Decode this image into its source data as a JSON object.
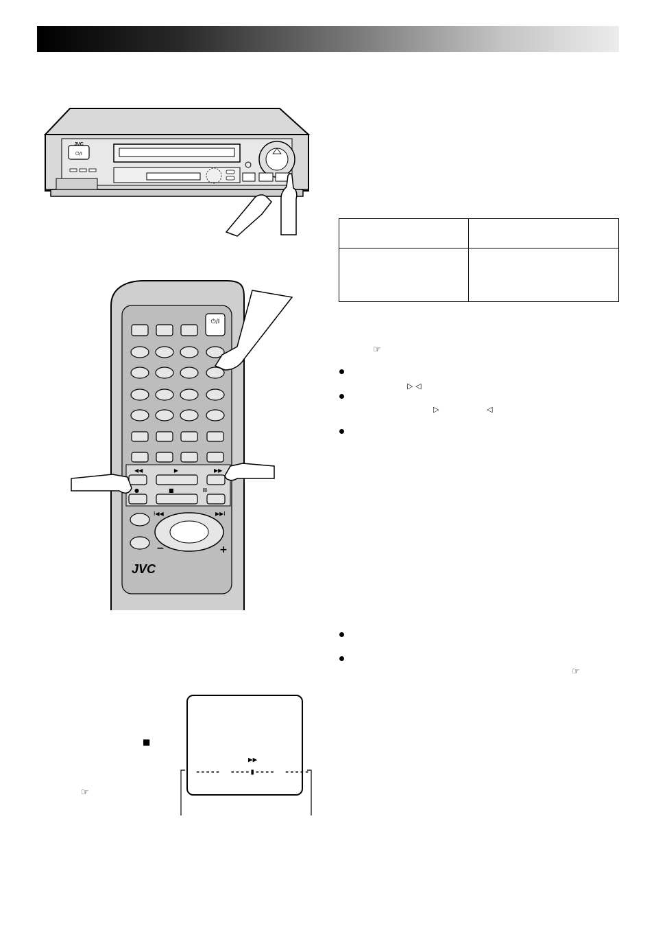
{
  "header": {
    "bar_colors": [
      "#000000",
      "#ececec"
    ]
  },
  "vcr": {
    "logo": "JVC",
    "power_label": "⏻/I"
  },
  "remote": {
    "logo": "JVC",
    "power_label": "⏻/I",
    "buttons": {
      "rew": "◀◀",
      "play": "▶",
      "ff": "▶▶",
      "rec": "●",
      "stop": "■",
      "pause": "II",
      "skip_back": "I◀◀",
      "skip_fwd": "▶▶I",
      "minus": "−",
      "plus": "+"
    }
  },
  "text_column": {
    "ref_icon_1": "☞",
    "ref_icon_2": "☞",
    "bullets": 5
  },
  "side_note": {
    "stop_symbol": "■",
    "ref_icon": "☞"
  },
  "tv_screen": {
    "ff_symbol": "▶▶",
    "tracking_bar": "-----  ----▮----  -----"
  }
}
